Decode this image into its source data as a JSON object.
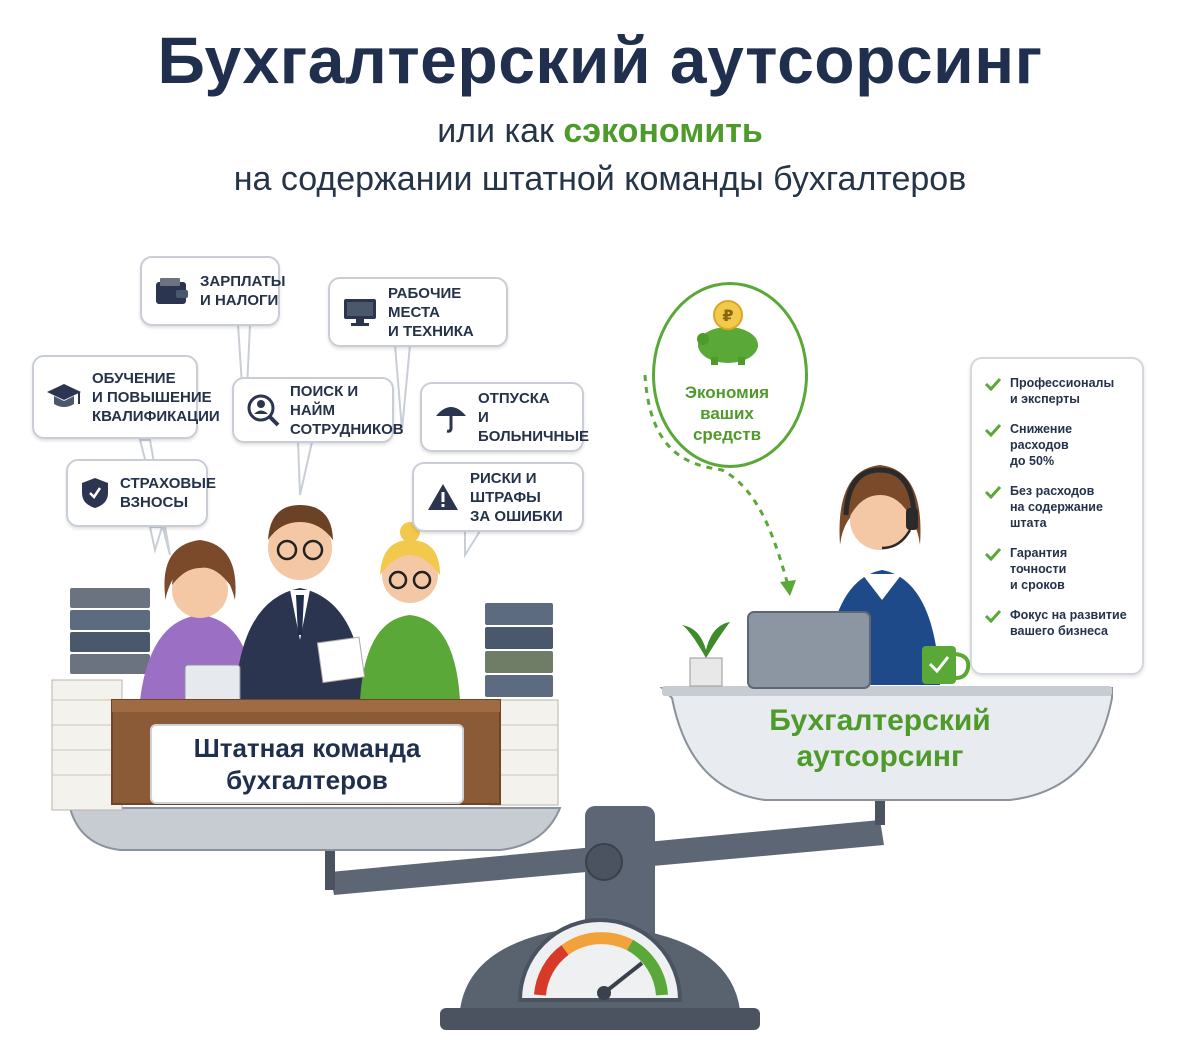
{
  "header": {
    "title": "Бухгалтерский аутсорсинг",
    "subtitle_prefix": "или как ",
    "subtitle_accent": "сэкономить",
    "subtitle_line2": "на содержании штатной команды бухгалтеров"
  },
  "colors": {
    "navy": "#1f2f4d",
    "green": "#4e9a2a",
    "bubble_border": "#c9ced6"
  },
  "costs": [
    {
      "label": "Зарплаты\nи налоги",
      "icon": "wallet-icon"
    },
    {
      "label": "Рабочие места\nи техника",
      "icon": "monitor-icon"
    },
    {
      "label": "Обучение\nи повышение\nквалификации",
      "icon": "graduation-cap-icon"
    },
    {
      "label": "Поиск и найм\nсотрудников",
      "icon": "person-search-icon"
    },
    {
      "label": "Отпуска\nи больничные",
      "icon": "umbrella-icon"
    },
    {
      "label": "Страховые\nвзносы",
      "icon": "shield-icon"
    },
    {
      "label": "Риски и штрафы\nза ошибки",
      "icon": "warning-icon"
    }
  ],
  "savings": {
    "label": "Экономия\nваших\nсредств",
    "icon": "piggy-bank-icon",
    "coin_symbol": "₽"
  },
  "benefits": [
    "Профессионалы\nи эксперты",
    "Снижение\nрасходов\nдо 50%",
    "Без расходов\nна содержание\nштата",
    "Гарантия\nточности\nи сроков",
    "Фокус на развитие\nвашего бизнеса"
  ],
  "scale": {
    "left_label": "Штатная команда\nбухгалтеров",
    "right_label": "Бухгалтерский\nаутсорсинг"
  }
}
